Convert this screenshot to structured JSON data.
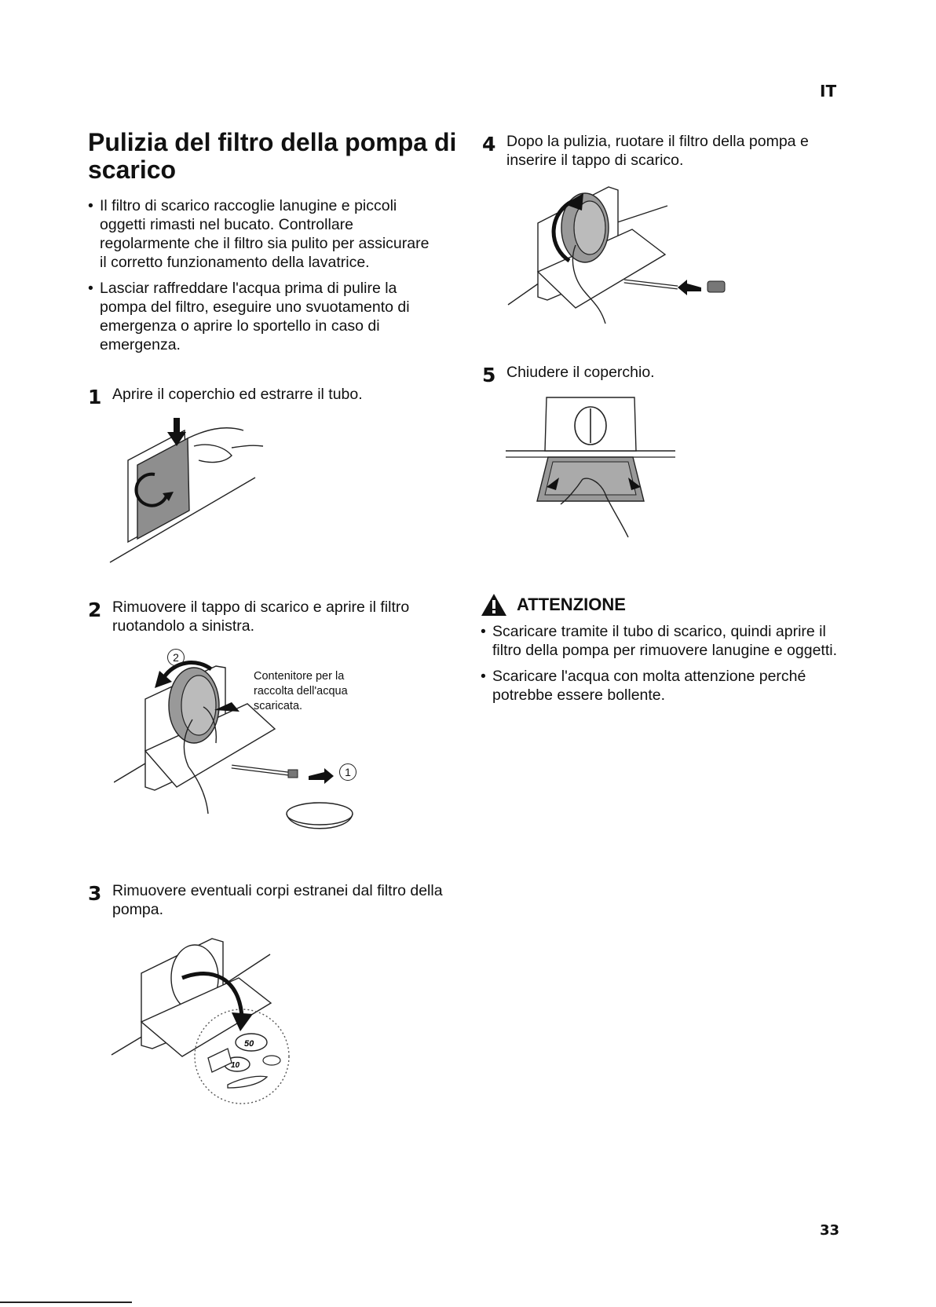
{
  "header": {
    "language_code": "IT"
  },
  "page_number": "33",
  "title": "Pulizia del filtro della pompa di scarico",
  "intro_bullets": [
    "Il filtro di scarico raccoglie lanugine e piccoli oggetti rimasti nel bucato. Controllare regolarmente che il filtro sia pulito per assicurare il corretto funzionamento della lavatrice.",
    "Lasciar raffreddare l'acqua prima di pulire la pompa del filtro, eseguire uno svuotamento di emergenza o aprire lo sportello in caso di emergenza."
  ],
  "steps": [
    {
      "number": "1",
      "text": "Aprire il coperchio ed estrarre il tubo."
    },
    {
      "number": "2",
      "text": "Rimuovere il tappo di scarico e aprire il filtro ruotandolo a sinistra."
    },
    {
      "number": "3",
      "text": "Rimuovere eventuali corpi estranei dal filtro della pompa."
    },
    {
      "number": "4",
      "text": "Dopo la pulizia, ruotare il filtro della pompa e inserire il tappo di scarico."
    },
    {
      "number": "5",
      "text": "Chiudere il coperchio."
    }
  ],
  "step2_figure": {
    "callout": "Contenitore per la raccolta dell'acqua scaricata.",
    "marker_1": "1",
    "marker_2": "2"
  },
  "step3_figure": {
    "coin_large": "50",
    "coin_small": "10"
  },
  "warning": {
    "heading": "ATTENZIONE",
    "icon": "warning-triangle-icon",
    "bullets": [
      "Scaricare tramite il tubo di scarico, quindi aprire il filtro della pompa per rimuovere lanugine e oggetti.",
      "Scaricare l'acqua con molta attenzione perché potrebbe essere bollente."
    ]
  }
}
